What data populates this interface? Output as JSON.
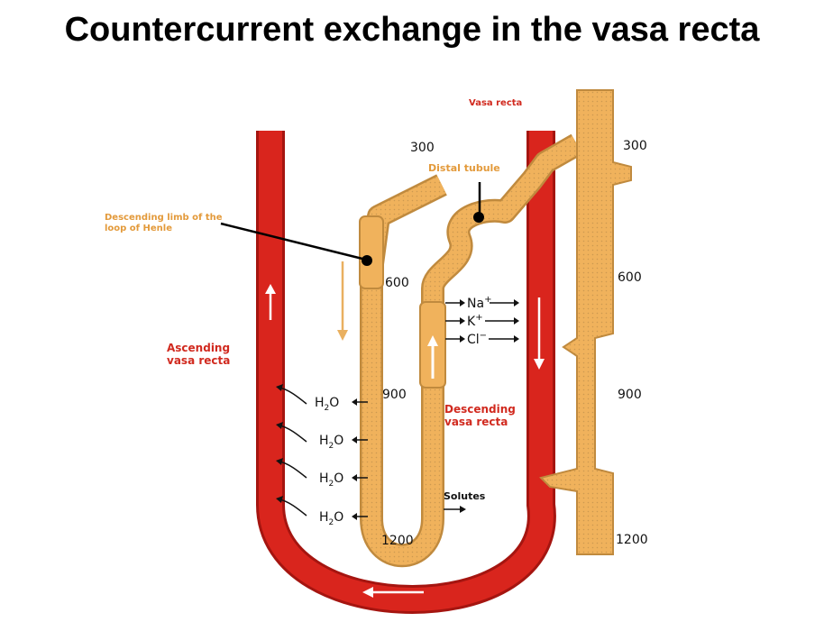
{
  "title": "Countercurrent exchange in the vasa recta",
  "labels": {
    "vasa_recta": "Vasa recta",
    "distal_tubule": "Distal tubule",
    "descending_limb_line1": "Descending limb of the",
    "descending_limb_line2": "loop of Henle",
    "ascending_vasa_line1": "Ascending",
    "ascending_vasa_line2": "vasa recta",
    "descending_vasa_line1": "Descending",
    "descending_vasa_line2": "vasa recta",
    "solutes": "Solutes"
  },
  "ions": {
    "na": "Na",
    "na_sup": "+",
    "k": "K",
    "k_sup": "+",
    "cl": "Cl",
    "cl_sup": "−"
  },
  "water": {
    "h": "H",
    "sub": "2",
    "o": "O"
  },
  "osmolarity": {
    "inner_300": "300",
    "inner_600": "600",
    "inner_900": "900",
    "inner_1200": "1200",
    "right_300": "300",
    "right_600": "600",
    "right_900": "900",
    "right_1200": "1200"
  },
  "colors": {
    "vessel": "#d9251d",
    "vessel_dark": "#a51510",
    "tubule": "#f0b25c",
    "tubule_dots": "#8a6a3a",
    "label_red": "#d12a1f",
    "label_orange": "#e39a3b"
  }
}
